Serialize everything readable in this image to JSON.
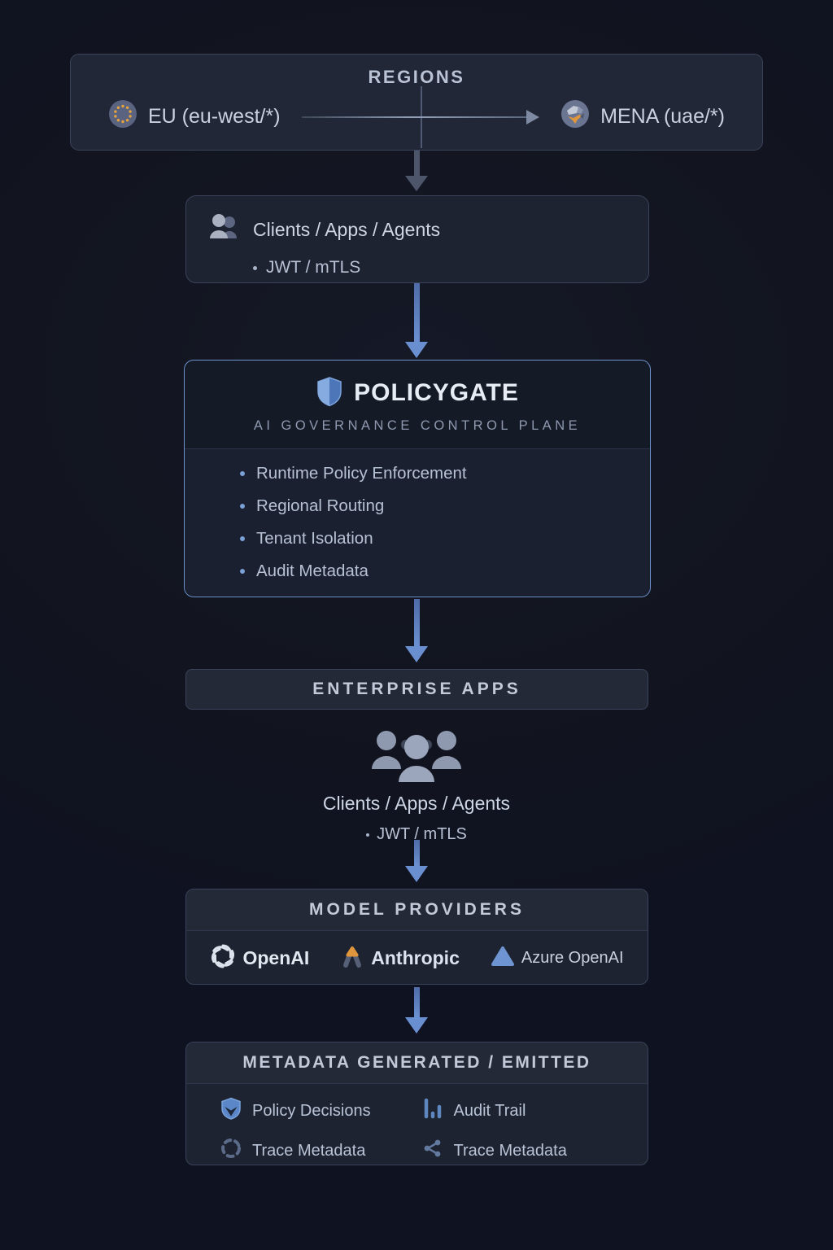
{
  "theme": {
    "background": "#12151f",
    "box_bg": "#1e2433",
    "box_border": "#3a435a",
    "accent_blue": "#6d92cc",
    "arrow_gray": "#4c556a",
    "arrow_blue": "#6a8fd0",
    "text_primary": "#ced6e5",
    "text_muted": "#8e99af",
    "orange": "#e0963c"
  },
  "regions": {
    "title": "REGIONS",
    "eu": {
      "label": "EU (eu-west/*)",
      "icon": "eu-flag-icon"
    },
    "mena": {
      "label": "MENA (uae/*)",
      "icon": "globe-icon"
    }
  },
  "clients_top": {
    "title": "Clients / Apps / Agents",
    "bullet": "JWT / mTLS",
    "icon": "users-icon"
  },
  "policygate": {
    "title": "POLICYGATE",
    "subtitle": "AI GOVERNANCE CONTROL PLANE",
    "icon": "shield-icon",
    "bullets": [
      "Runtime Policy Enforcement",
      "Regional Routing",
      "Tenant Isolation",
      "Audit Metadata"
    ]
  },
  "enterprise": {
    "title": "ENTERPRISE APPS"
  },
  "clients_bottom": {
    "title": "Clients / Apps / Agents",
    "bullet": "JWT / mTLS",
    "icon": "users-group-icon"
  },
  "providers": {
    "title": "MODEL PROVIDERS",
    "items": [
      {
        "label": "OpenAI",
        "icon": "openai-logo"
      },
      {
        "label": "Anthropic",
        "icon": "anthropic-logo"
      },
      {
        "label": "Azure OpenAI",
        "icon": "azure-openai-logo"
      }
    ]
  },
  "metadata": {
    "title": "METADATA GENERATED / EMITTED",
    "items": [
      {
        "label": "Policy Decisions",
        "icon": "shield-check-icon"
      },
      {
        "label": "Audit Trail",
        "icon": "bar-chart-icon"
      },
      {
        "label": "Trace Metadata",
        "icon": "dashed-circle-icon"
      },
      {
        "label": "Trace Metadata",
        "icon": "share-icon"
      }
    ]
  }
}
